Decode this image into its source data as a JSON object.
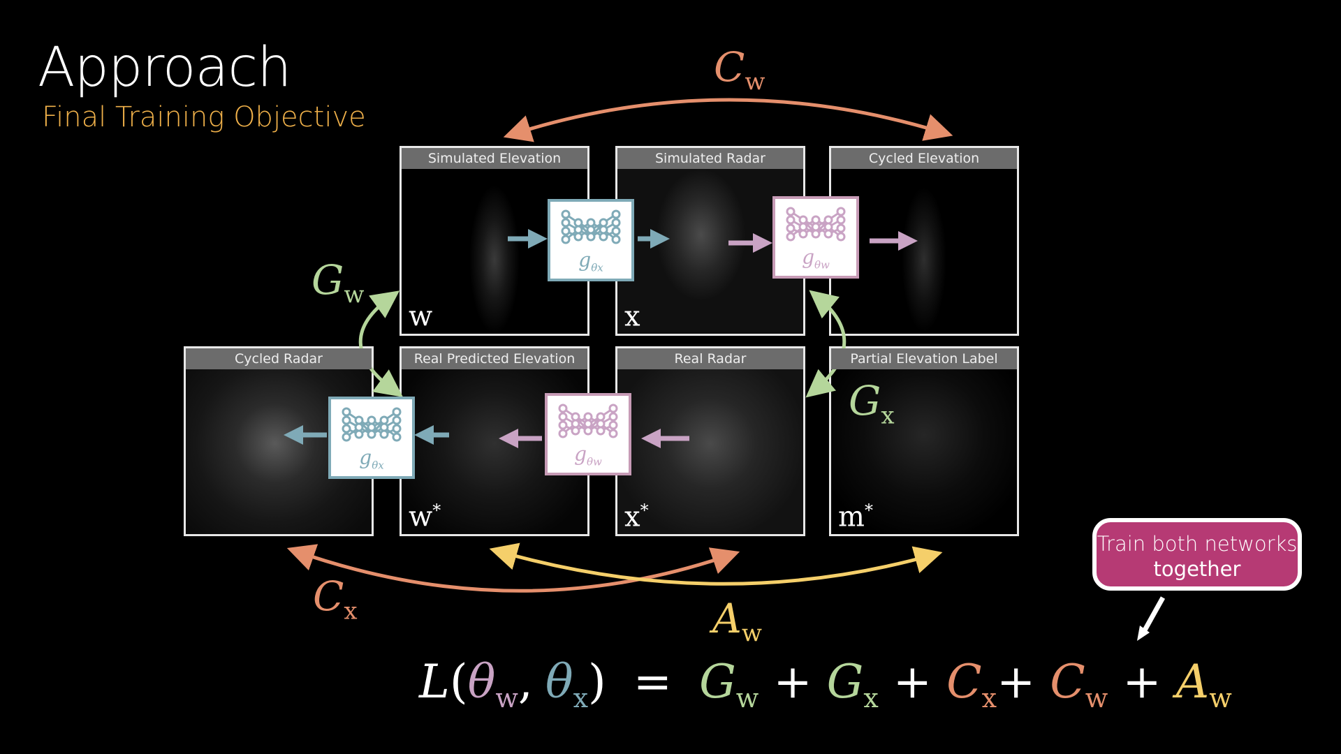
{
  "slide": {
    "title": "Approach",
    "subtitle": "Final Training Objective"
  },
  "panels": {
    "sim_elev": {
      "label": "Simulated Elevation",
      "symbol": "w",
      "sup": ""
    },
    "sim_radar": {
      "label": "Simulated Radar",
      "symbol": "x",
      "sup": ""
    },
    "cyc_elev": {
      "label": "Cycled Elevation",
      "symbol": "",
      "sup": ""
    },
    "cyc_radar": {
      "label": "Cycled Radar",
      "symbol": "",
      "sup": ""
    },
    "real_pred": {
      "label": "Real Predicted Elevation",
      "symbol": "w",
      "sup": "*"
    },
    "real_radar": {
      "label": "Real Radar",
      "symbol": "x",
      "sup": "*"
    },
    "partial": {
      "label": "Partial Elevation Label",
      "symbol": "m",
      "sup": "*"
    }
  },
  "networks": {
    "g_x": {
      "sym": "g",
      "sub": "θx"
    },
    "g_w": {
      "sym": "g",
      "sub": "θw"
    }
  },
  "losses": {
    "c_w": {
      "sym": "C",
      "sub": "w"
    },
    "c_x": {
      "sym": "C",
      "sub": "x"
    },
    "g_w": {
      "sym": "G",
      "sub": "w"
    },
    "g_x": {
      "sym": "G",
      "sub": "x"
    },
    "a_w": {
      "sym": "A",
      "sub": "w"
    }
  },
  "callout": {
    "line1": "Train both networks",
    "line2": "together"
  },
  "formula": {
    "L": "L",
    "open": "(",
    "theta_w": "θ",
    "theta_w_sub": "w",
    "comma": ",",
    "theta_x": "θ",
    "theta_x_sub": "x",
    "close": ")",
    "equals": "=",
    "plus": "+"
  },
  "colors": {
    "green": "#b5d69b",
    "orange": "#e58f6c",
    "yellow": "#f5cf6a",
    "blue": "#7faab7",
    "pink": "#c79bb6",
    "purple": "#c9a3c4",
    "callout": "#b63a74",
    "subtitle": "#f0b14a"
  }
}
